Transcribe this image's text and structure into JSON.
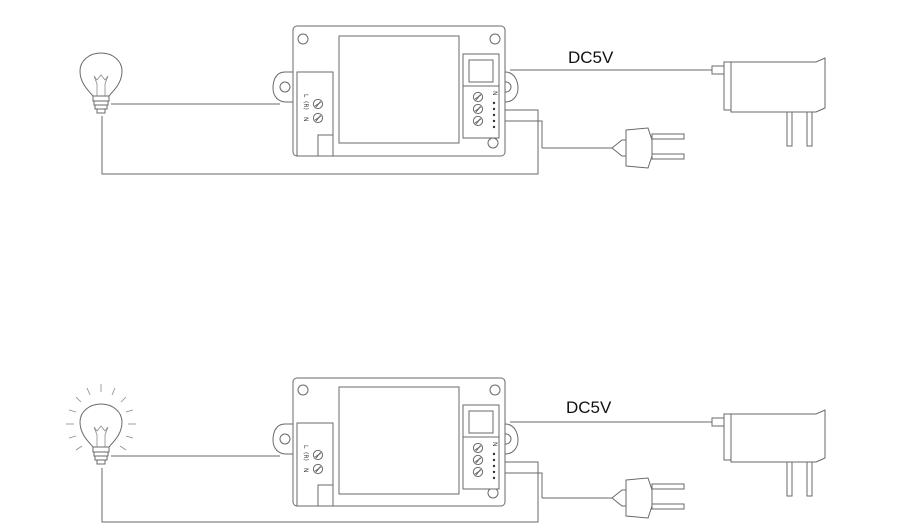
{
  "diagrams": [
    {
      "state": "lamp-off",
      "supply_label": "DC5V",
      "load_terminal_labels": [
        "L",
        "(R)",
        "N"
      ],
      "power_terminal_label": "N"
    },
    {
      "state": "lamp-on",
      "supply_label": "DC5V",
      "load_terminal_labels": [
        "L",
        "(R)",
        "N"
      ],
      "power_terminal_label": "N"
    }
  ],
  "colors": {
    "line": "#6a6a6a",
    "text": "#111111",
    "background": "#ffffff"
  },
  "icons": [
    "light-bulb-icon",
    "relay-module-icon",
    "dc-adapter-icon",
    "ac-plug-icon",
    "screw-terminal-icon"
  ]
}
